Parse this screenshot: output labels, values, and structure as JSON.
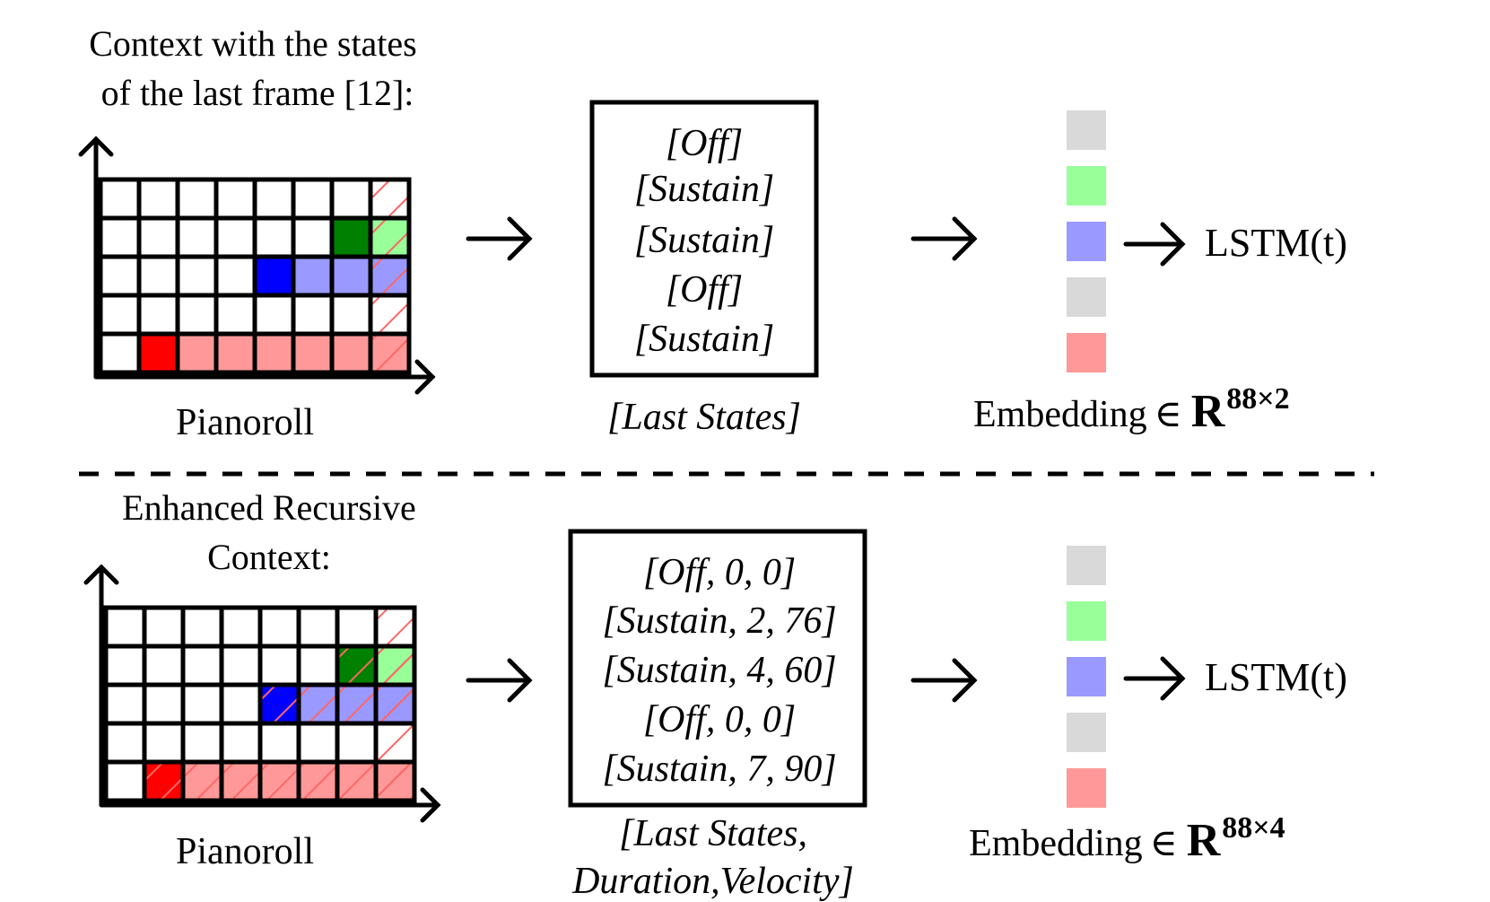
{
  "top": {
    "title_lines": [
      "Context with the states",
      "of the last frame [12]:"
    ],
    "pianoroll_label": "Pianoroll",
    "states": [
      "[Off]",
      "[Sustain]",
      "[Sustain]",
      "[Off]",
      "[Sustain]"
    ],
    "states_caption": "[Last States]",
    "embedding_label": "Embedding",
    "embedding_element_of": "∈",
    "embedding_space": "R",
    "embedding_dims": "88×2",
    "lstm_label": "LSTM(t)"
  },
  "bottom": {
    "title_lines": [
      "Enhanced Recursive",
      "Context:"
    ],
    "pianoroll_label": "Pianoroll",
    "states": [
      "[Off, 0,  0]",
      "[Sustain, 2, 76]",
      "[Sustain, 4, 60]",
      "[Off, 0,  0]",
      "[Sustain, 7, 90]"
    ],
    "states_caption_lines": [
      "[Last States,",
      "Duration,Velocity]"
    ],
    "embedding_label": "Embedding",
    "embedding_element_of": "∈",
    "embedding_space": "R",
    "embedding_dims": "88×4",
    "lstm_label": "LSTM(t)"
  },
  "colors": {
    "red": "#ff0000",
    "light_red": "#ff9999",
    "green": "#008000",
    "light_green": "#99ff99",
    "blue": "#0000ff",
    "light_blue": "#9999ff",
    "gray": "#d9d9d9",
    "hatch": "#ff6666"
  }
}
